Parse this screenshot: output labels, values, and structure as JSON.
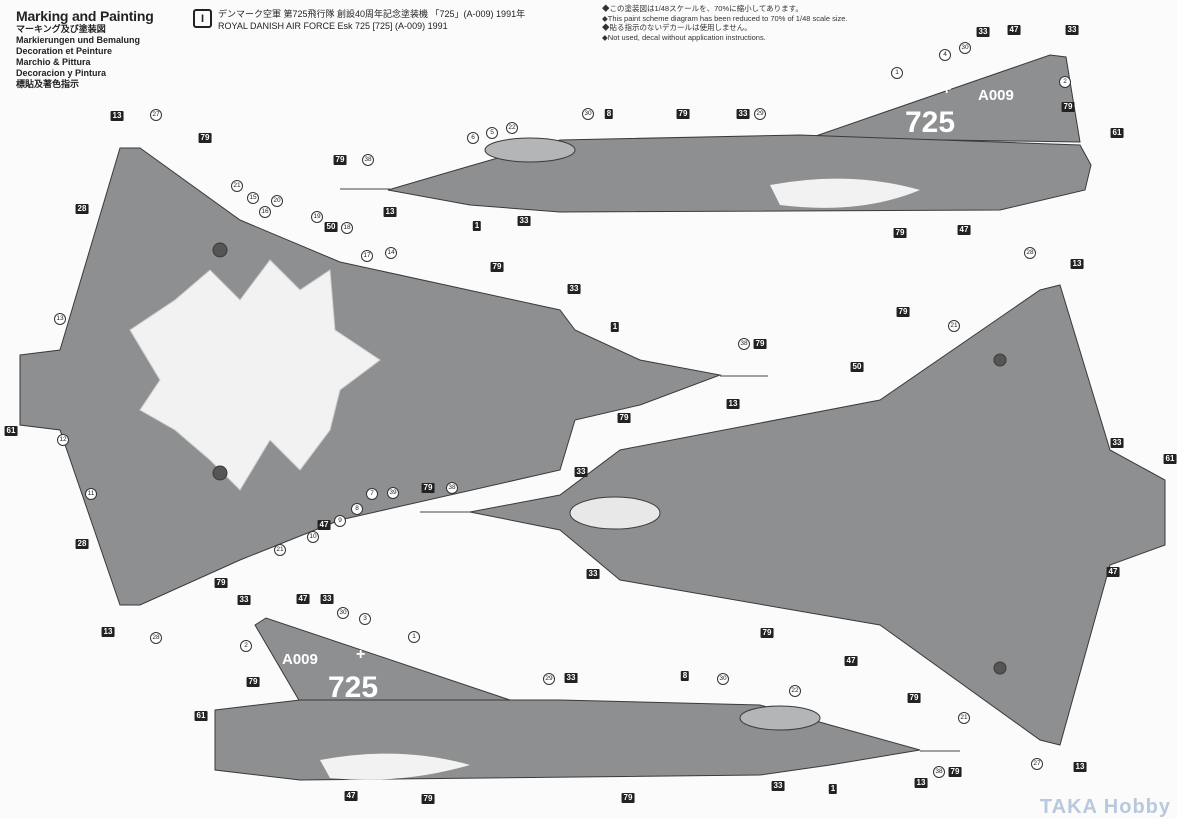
{
  "header": {
    "title": "Marking and Painting",
    "subtitles": [
      "マーキング及び塗装図",
      "Markierungen und Bemalung",
      "Decoration et Peinture",
      "Marchio & Pittura",
      "Decoracion y Pintura",
      "標貼及著色指示"
    ]
  },
  "scheme": {
    "badge": "I",
    "title_jp": "デンマーク空軍 第725飛行隊 創設40周年記念塗装機 「725」(A-009) 1991年",
    "title_en": "ROYAL DANISH AIR FORCE Esk 725 [725] (A-009) 1991"
  },
  "notes": [
    "この塗装図は1/48スケールを、70%に縮小してあります。",
    "This paint scheme diagram has been reduced to 70% of 1/48 scale size.",
    "貼る指示のないデカールは使用しません。",
    "Not used, decal without application instructions."
  ],
  "markings": {
    "number": "725",
    "serial": "A009",
    "cross": "+"
  },
  "colors": {
    "aircraft": "#8d8f91",
    "outline": "#3a3a3a",
    "decal": "#f2f2f2"
  },
  "callouts": [
    "33",
    "47",
    "33",
    "30",
    "4",
    "1",
    "2",
    "79",
    "61",
    "8",
    "79",
    "33",
    "29",
    "30",
    "6",
    "5",
    "22",
    "79",
    "38",
    "13",
    "1",
    "33",
    "79",
    "47",
    "13",
    "27",
    "79",
    "21",
    "15",
    "16",
    "20",
    "28",
    "19",
    "50",
    "18",
    "17",
    "14",
    "79",
    "33",
    "13",
    "1",
    "38",
    "79",
    "13",
    "79",
    "61",
    "12",
    "33",
    "11",
    "7",
    "39",
    "8",
    "9",
    "47",
    "10",
    "28",
    "21",
    "79",
    "13",
    "28",
    "28",
    "13",
    "21",
    "79",
    "50",
    "33",
    "61",
    "79",
    "38",
    "33",
    "47",
    "79",
    "47",
    "79",
    "21",
    "27",
    "13",
    "33",
    "47",
    "33",
    "30",
    "3",
    "1",
    "2",
    "79",
    "61",
    "29",
    "33",
    "8",
    "30",
    "22",
    "13",
    "38",
    "79",
    "1",
    "47",
    "79",
    "79",
    "33"
  ],
  "watermark": "TAKA Hobby"
}
